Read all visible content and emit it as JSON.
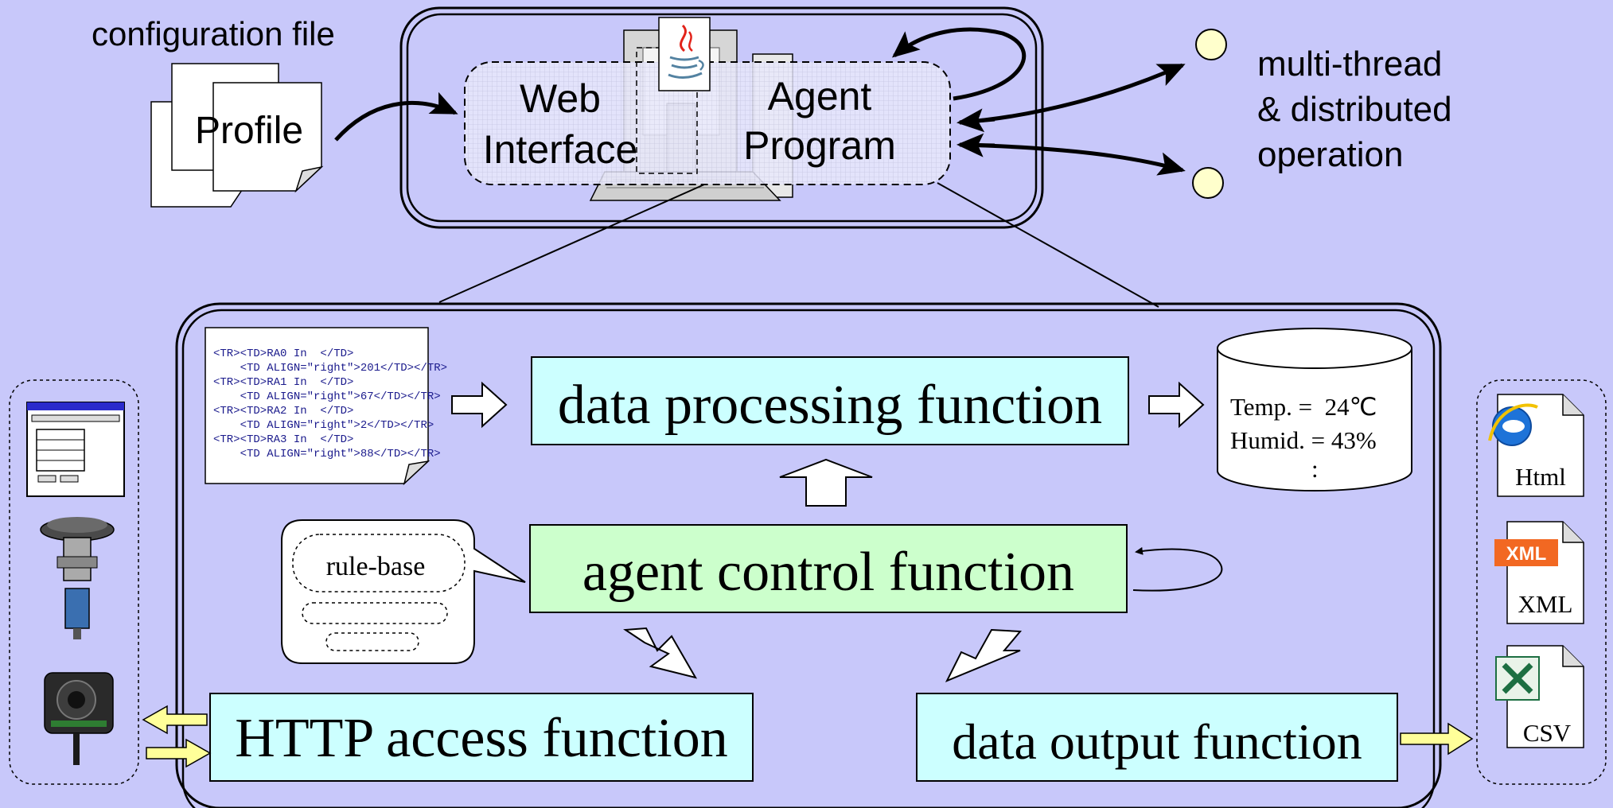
{
  "top": {
    "config_caption": "configuration file",
    "profile_label": "Profile",
    "web_interface": [
      "Web",
      "Interface"
    ],
    "agent_program": [
      "Agent",
      "Program"
    ],
    "multithread": [
      "multi-thread",
      "& distributed",
      "operation"
    ]
  },
  "functions": {
    "data_processing": "data processing function",
    "agent_control": "agent control function",
    "http_access": "HTTP access function",
    "data_output": "data output function"
  },
  "rule_base": "rule-base",
  "database": {
    "lines": [
      "Temp. =  24℃",
      "Humid. = 43%",
      ":"
    ]
  },
  "html_snippet": [
    "<TR><TD>RA0 In  </TD>",
    "    <TD ALIGN=\"right\">201</TD></TR>",
    "<TR><TD>RA1 In  </TD>",
    "    <TD ALIGN=\"right\">67</TD></TR>",
    "<TR><TD>RA2 In  </TD>",
    "    <TD ALIGN=\"right\">2</TD></TR>",
    "<TR><TD>RA3 In  </TD>",
    "    <TD ALIGN=\"right\">88</TD></TR>"
  ],
  "outputs": {
    "html": "Html",
    "xml": "XML",
    "xml_badge": "XML",
    "csv": "CSV"
  },
  "colors": {
    "background": "#c8c8fa",
    "cyan_box": "#ccffff",
    "green_box": "#ccffcc",
    "yellow_arrow": "#ffff99"
  }
}
